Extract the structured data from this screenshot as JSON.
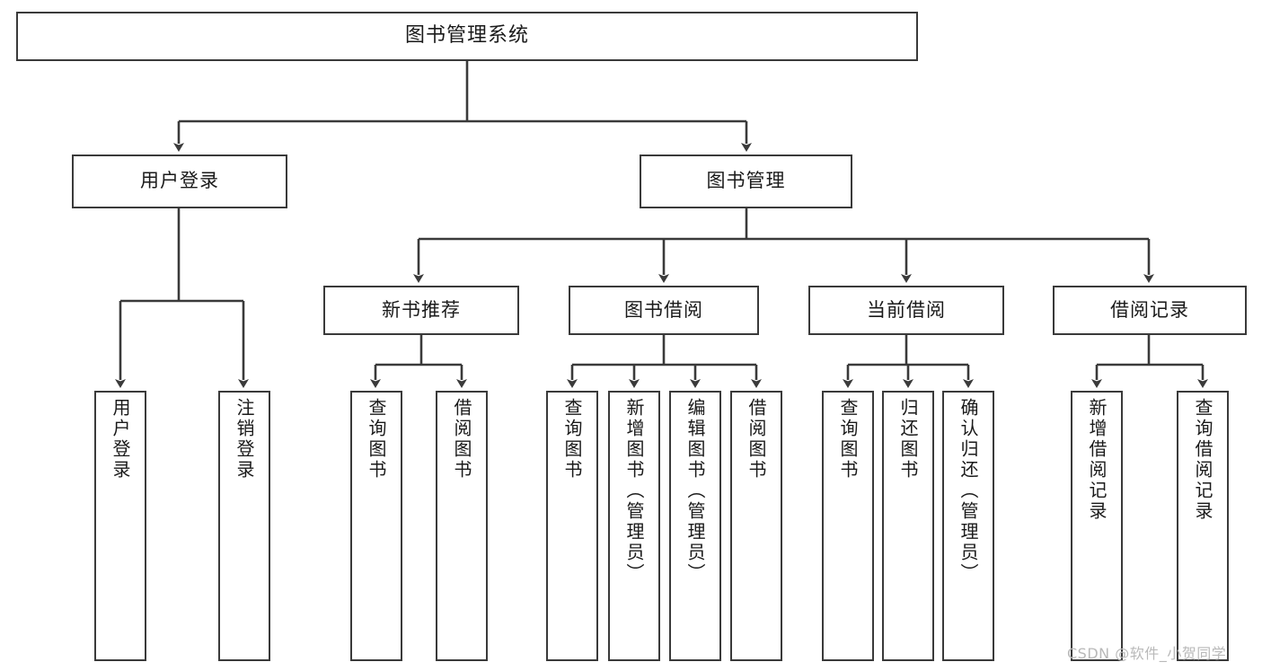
{
  "diagram": {
    "title": "图书管理系统",
    "type": "hierarchy-tree",
    "watermark": "CSDN @软件_小贺同学",
    "colors": {
      "box_border": "#3a3a3a",
      "box_fill": "#ffffff",
      "connector": "#3a3a3a",
      "text": "#1a1a1a",
      "watermark": "#b9b9b9",
      "background": "#ffffff"
    }
  },
  "root": {
    "label": "图书管理系统"
  },
  "level2": [
    {
      "label": "用户登录"
    },
    {
      "label": "图书管理"
    }
  ],
  "level3": [
    {
      "label": "新书推荐"
    },
    {
      "label": "图书借阅"
    },
    {
      "label": "当前借阅"
    },
    {
      "label": "借阅记录"
    }
  ],
  "leaves": {
    "user_login": [
      {
        "label": "用户登录"
      },
      {
        "label": "注销登录"
      }
    ],
    "new_books": [
      {
        "label": "查询图书"
      },
      {
        "label": "借阅图书"
      }
    ],
    "book_borrow": [
      {
        "label": "查询图书"
      },
      {
        "label": "新增图书（管理员）"
      },
      {
        "label": "编辑图书（管理员）"
      },
      {
        "label": "借阅图书"
      }
    ],
    "current_borrow": [
      {
        "label": "查询图书"
      },
      {
        "label": "归还图书"
      },
      {
        "label": "确认归还（管理员）"
      }
    ],
    "borrow_records": [
      {
        "label": "新增借阅记录"
      },
      {
        "label": "查询借阅记录"
      }
    ]
  }
}
